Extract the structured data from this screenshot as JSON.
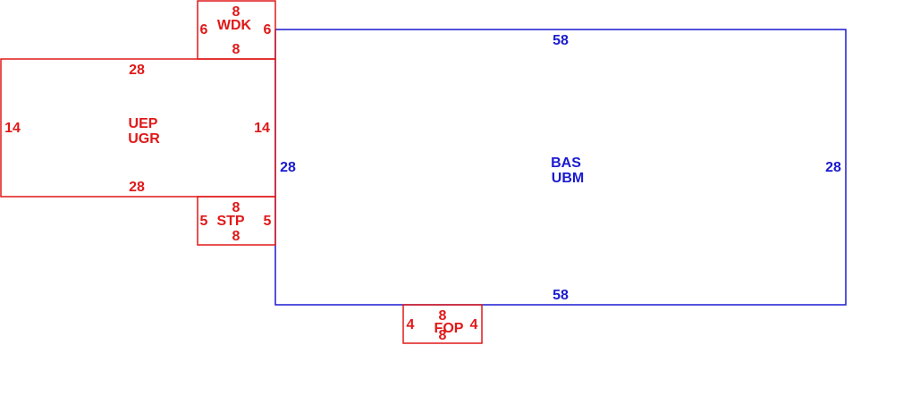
{
  "colors": {
    "main": "#1a1ad0",
    "addition": "#e01818",
    "background": "#ffffff"
  },
  "areas": {
    "bas": {
      "code": "BAS",
      "subcode": "UBM",
      "top": "58",
      "bottom": "58",
      "left": "28",
      "right": "28"
    },
    "wdk": {
      "code": "WDK",
      "top": "8",
      "bottom": "8",
      "left": "6",
      "right": "6"
    },
    "uep": {
      "code": "UEP",
      "subcode": "UGR",
      "top": "28",
      "bottom": "28",
      "left": "14",
      "right": "14"
    },
    "stp": {
      "code": "STP",
      "top": "8",
      "bottom": "8",
      "left": "5",
      "right": "5"
    },
    "fop": {
      "code": "FOP",
      "top": "8",
      "bottom": "8",
      "left": "4",
      "right": "4"
    }
  }
}
